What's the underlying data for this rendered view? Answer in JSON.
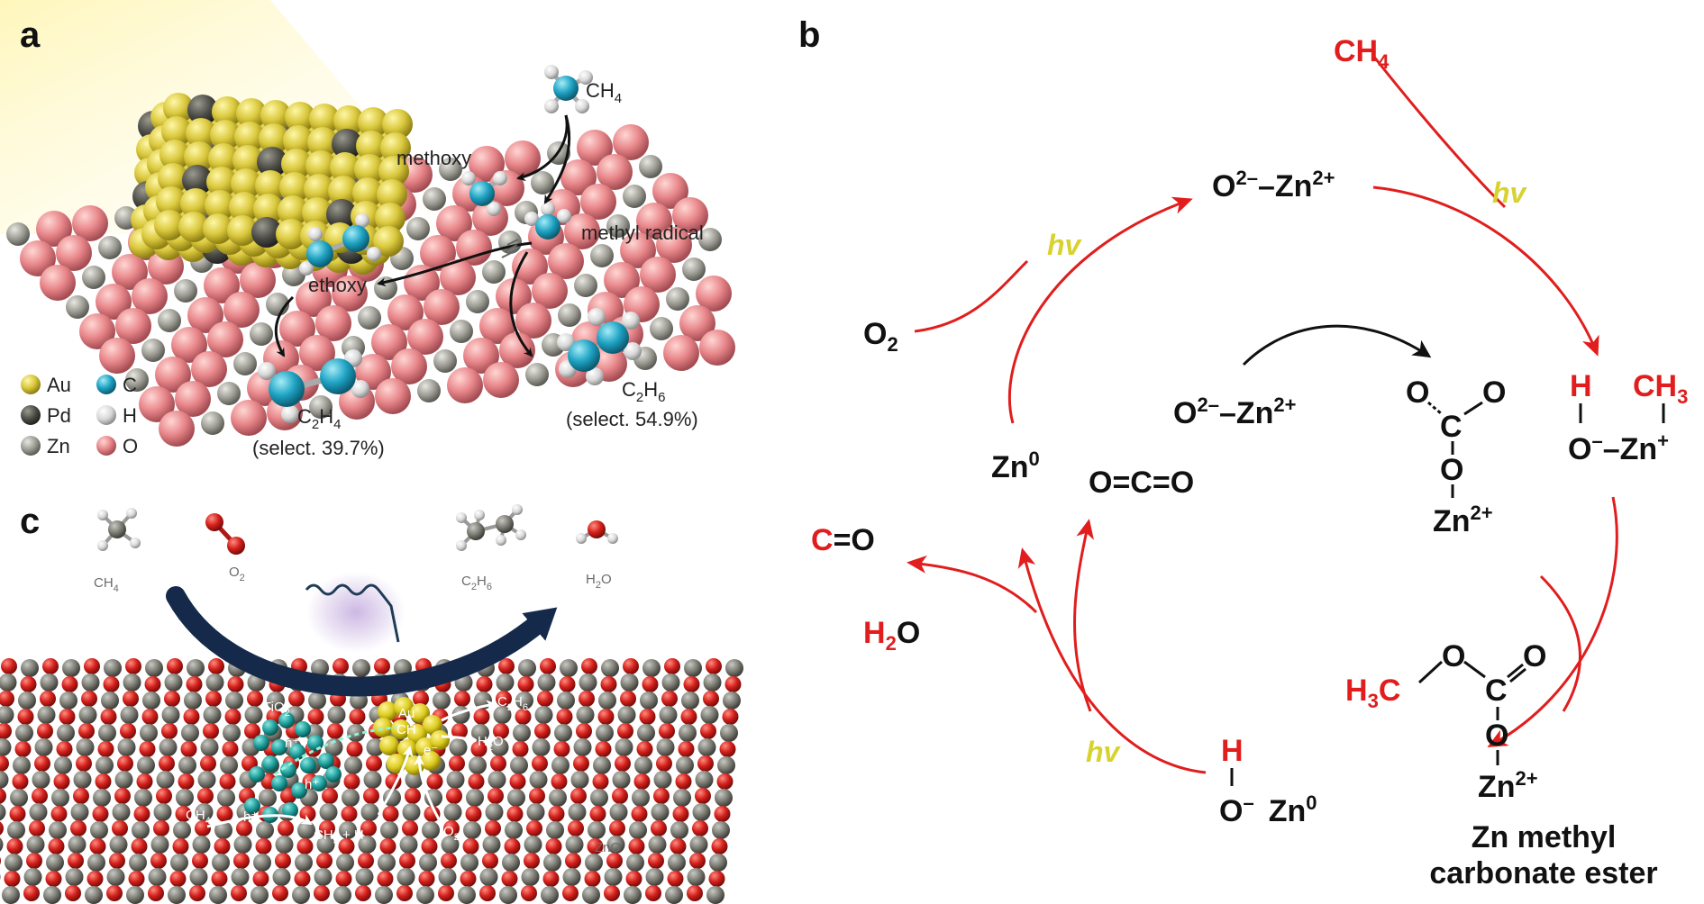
{
  "panels": {
    "a": "a",
    "b": "b",
    "c": "c"
  },
  "panel_a": {
    "ch4": "CH",
    "ch4_sub": "4",
    "methoxy": "methoxy",
    "methyl_radical": "methyl radical",
    "ethoxy": "ethoxy",
    "c2h4": "C",
    "c2h4_s1": "2",
    "c2h4_h": "H",
    "c2h4_s2": "4",
    "c2h4_select": "(select. 39.7%)",
    "c2h6": "C",
    "c2h6_s1": "2",
    "c2h6_h": "H",
    "c2h6_s2": "6",
    "c2h6_select": "(select. 54.9%)",
    "legend": [
      {
        "label": "Au",
        "color": "#d4c43a"
      },
      {
        "label": "C",
        "color": "#1fa3c4"
      },
      {
        "label": "Pd",
        "color": "#4a4a44"
      },
      {
        "label": "H",
        "color": "#d8d8d8"
      },
      {
        "label": "Zn",
        "color": "#9a9a92"
      },
      {
        "label": "O",
        "color": "#e8868a"
      }
    ]
  },
  "panel_b": {
    "ch4": "CH",
    "ch4_sub": "4",
    "hv": "hv",
    "o2": "O",
    "o2_sub": "2",
    "top_species": "O",
    "top_sup1": "2–",
    "top_dash": "–Zn",
    "top_sup2": "2+",
    "mid_species": "O",
    "mid_sup1": "2–",
    "mid_dash": "–Zn",
    "mid_sup2": "2+",
    "zn0": "Zn",
    "zn0_sup": "0",
    "co2": "O=C=O",
    "carbonate_o1": "O",
    "carbonate_o2": "O",
    "carbonate_c": "C",
    "carbonate_o3": "O",
    "carbonate_zn": "Zn",
    "carbonate_zn_sup": "2+",
    "right_h": "H",
    "right_ch3": "CH",
    "right_ch3_sub": "3",
    "right_o": "O",
    "right_o_sup": "–",
    "right_zn": "–Zn",
    "right_zn_sup": "+",
    "co": "C",
    "co_rest": "=O",
    "h2o_h": "H",
    "h2o_sub": "2",
    "h2o_o": "O",
    "hozn_h": "H",
    "hozn_o": "O",
    "hozn_o_sup": "–",
    "hozn_zn": "Zn",
    "hozn_zn_sup": "0",
    "ester_h3c": "H",
    "ester_h3c_sub": "3",
    "ester_h3c_c": "C",
    "ester_o1": "O",
    "ester_c": "C",
    "ester_o2": "O",
    "ester_o3": "O",
    "ester_zn": "Zn",
    "ester_zn_sup": "2+",
    "ester_name_1": "Zn methyl",
    "ester_name_2": "carbonate ester",
    "colors": {
      "red": "#e11d1d",
      "hv": "#d8d22e",
      "black": "#111111"
    }
  },
  "panel_c": {
    "ch4": "CH",
    "ch4_sub": "4",
    "o2": "O",
    "o2_sub": "2",
    "c2h6": "C",
    "c2h6_s1": "2",
    "c2h6_h": "H",
    "c2h6_s2": "6",
    "h2o": "H",
    "h2o_sub": "2",
    "h2o_o": "O",
    "tio2": "TiO",
    "tio2_sub": "2",
    "au": "Au",
    "ch3_surface": "CH",
    "c2h6_surface": "C",
    "c2h6_surface_s1": "2",
    "c2h6_surface_h": "H",
    "c2h6_surface_s2": "6",
    "h2o_surface": "H",
    "h2o_surface_sub": "2",
    "h2o_surface_o": "O",
    "ch4_surface": "CH",
    "ch4_surface_sub": "4",
    "ch3h_surface": "CH",
    "ch3h_surface_sub": "3",
    "ch3h_surface_rest": " + H",
    "o2_surface": "O",
    "o2_surface_sub": "2",
    "zno": "ZnO",
    "h_plus": "h⁺",
    "e_minus": "e⁻"
  }
}
